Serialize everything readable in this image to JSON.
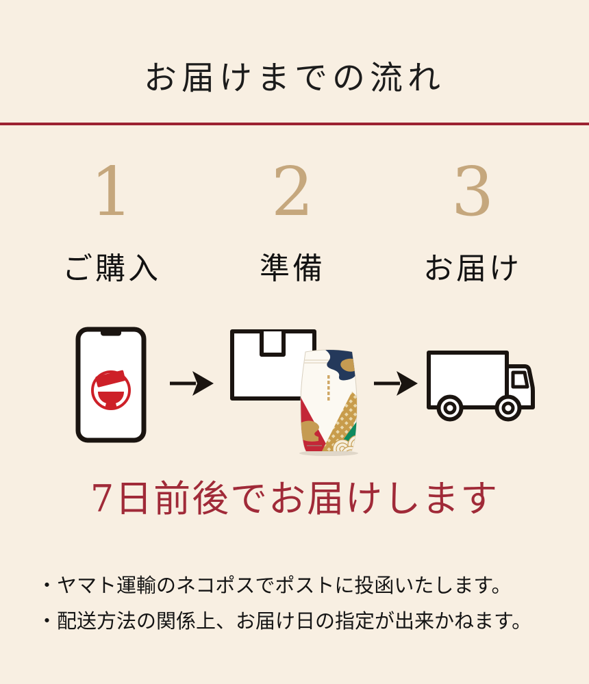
{
  "palette": {
    "background": "#f8efe2",
    "ink": "#1c1c1c",
    "divider-red": "#9c2232",
    "accent-red": "#a02a38",
    "number-gold": "#c5a77d",
    "logo-red": "#cd2028",
    "icon-line": "#1a1410",
    "pouch-navy": "#24395b",
    "pouch-gold": "#c59b52",
    "pouch-red": "#c32737",
    "pouch-green": "#0e8a5f"
  },
  "header": {
    "title": "お届けまでの流れ"
  },
  "steps": [
    {
      "number": "1",
      "label": "ご購入",
      "icon": "smartphone-order-icon"
    },
    {
      "number": "2",
      "label": "準備",
      "icon": "packing-box-icon"
    },
    {
      "number": "3",
      "label": "お届け",
      "icon": "delivery-truck-icon"
    }
  ],
  "message": {
    "text": "7日前後でお届けします"
  },
  "notes": [
    {
      "text": "・ヤマト運輸のネコポスでポストに投函いたします。"
    },
    {
      "text": "・配送方法の関係上、お届け日の指定が出来かねます。"
    }
  ]
}
